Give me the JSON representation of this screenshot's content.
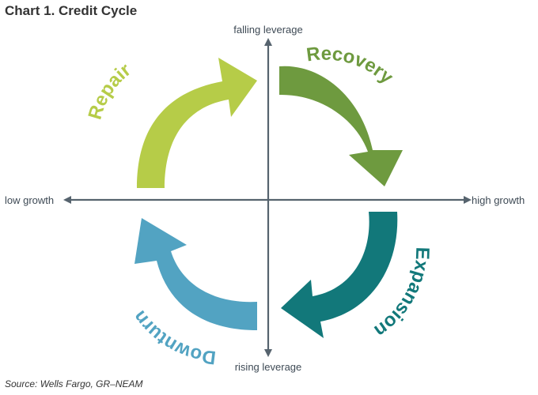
{
  "title": {
    "number": "Chart 1.",
    "text": "Credit Cycle"
  },
  "axes": {
    "top": "falling leverage",
    "bottom": "rising leverage",
    "left": "low growth",
    "right": "high growth"
  },
  "phases": [
    {
      "name": "Recovery",
      "color": "#6e9a3f"
    },
    {
      "name": "Expansion",
      "color": "#12787a"
    },
    {
      "name": "Downturn",
      "color": "#52a3c2"
    },
    {
      "name": "Repair",
      "color": "#b6cc48"
    }
  ],
  "colors": {
    "axis": "#56636e"
  },
  "source": "Source:  Wells Fargo, GR–NEAM"
}
